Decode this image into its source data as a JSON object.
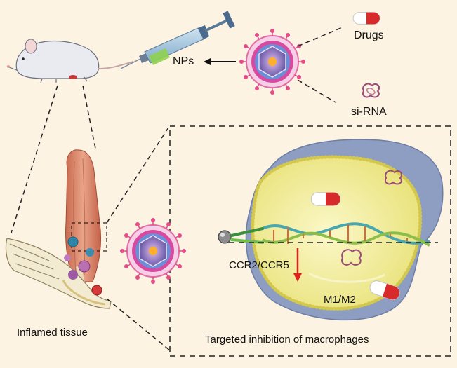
{
  "labels": {
    "nps": "NPs",
    "drugs": "Drugs",
    "sirna": "si-RNA",
    "inflamed_tissue": "Inflamed tissue",
    "receptor": "CCR2/CCR5",
    "polarization": "M1/M2",
    "caption": "Targeted inhibition of macrophages"
  },
  "colors": {
    "background": "#fdf3e2",
    "cell_outer": "#8e9ec2",
    "cell_inner": "#f3ef9c",
    "capsule_red": "#d72a2a",
    "arrow_red": "#e0201f",
    "muscle": "#d98568",
    "mouse": "#e9ebf0",
    "syringe": "#8fb8d6"
  }
}
